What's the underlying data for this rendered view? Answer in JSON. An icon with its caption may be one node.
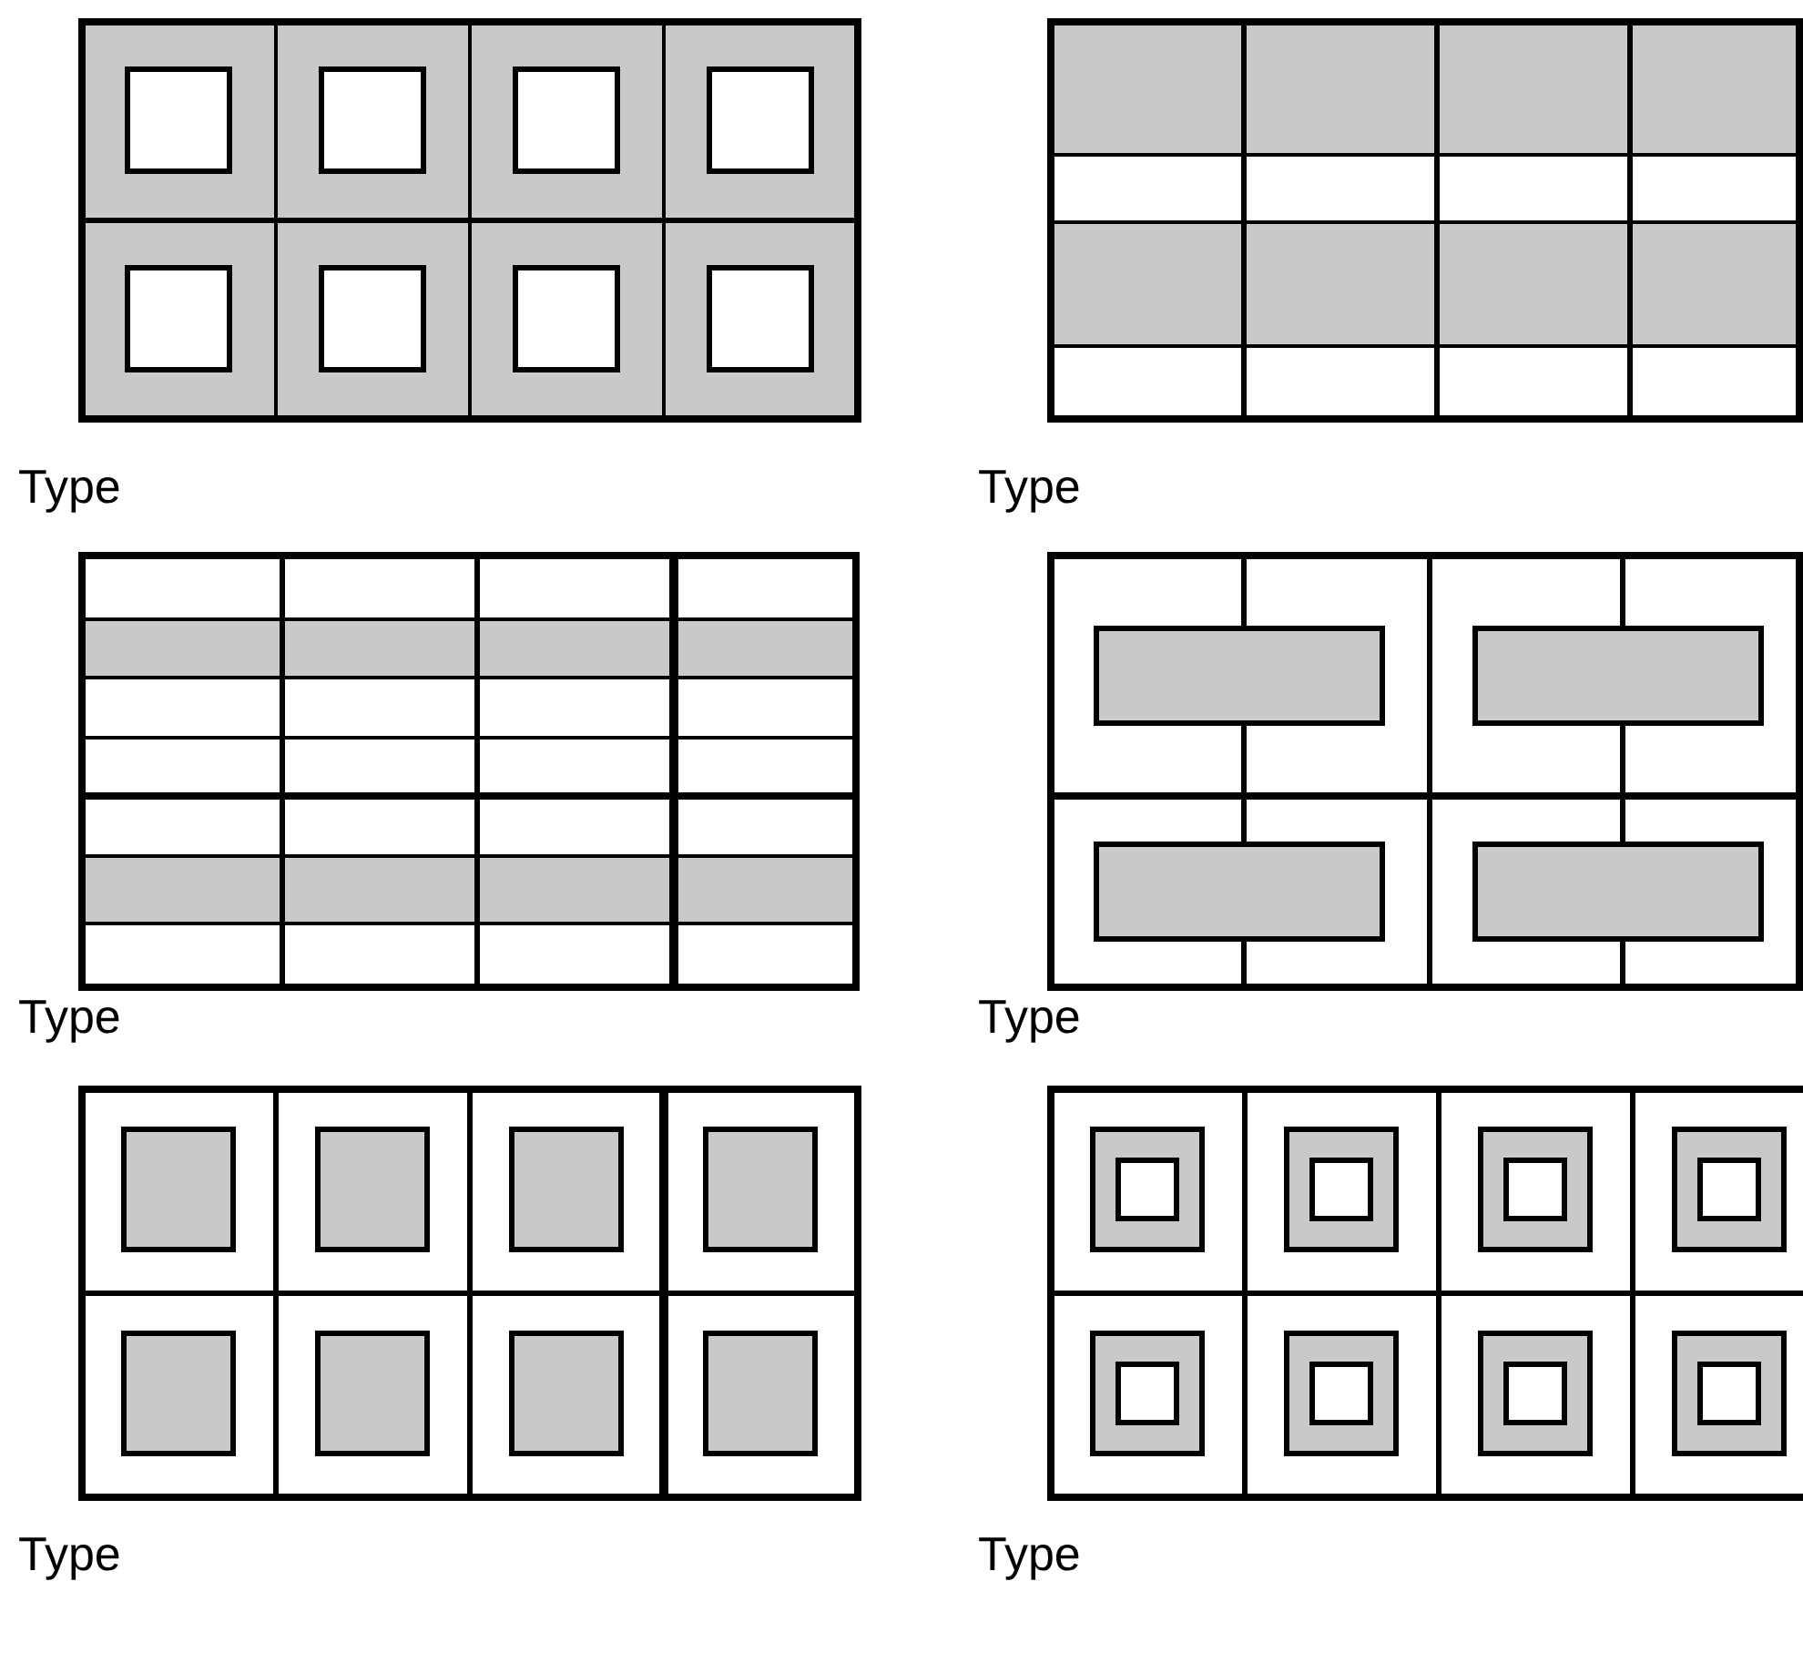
{
  "diagram": {
    "labels": [
      "Type",
      "Type",
      "Type",
      "Type",
      "Type",
      "Type"
    ]
  }
}
